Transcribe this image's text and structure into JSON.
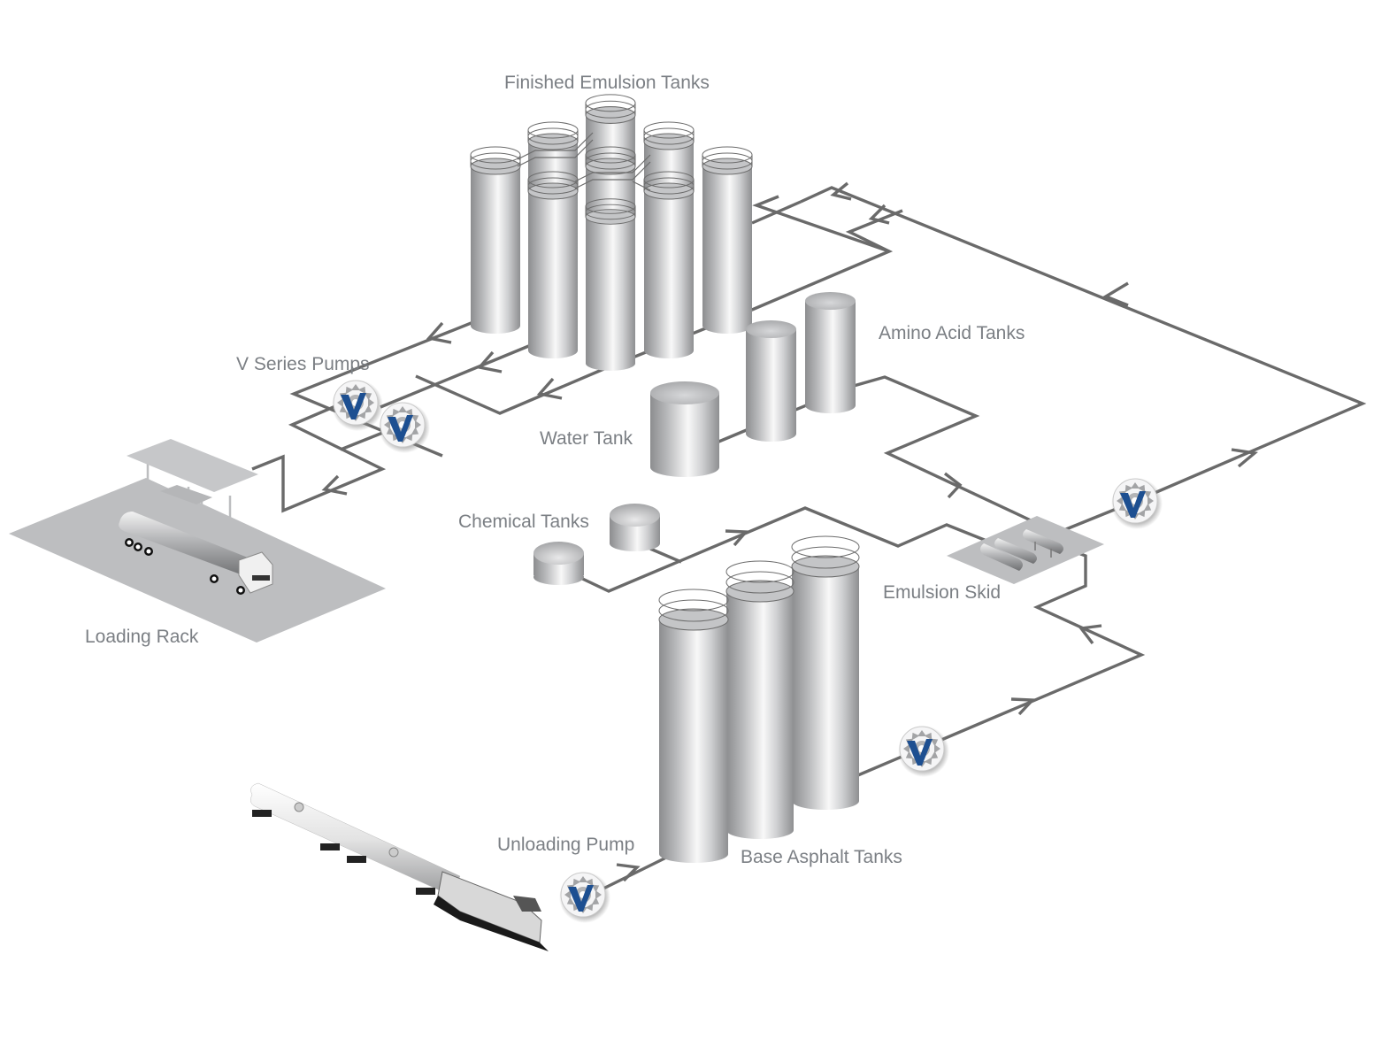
{
  "title": "Asphalt Emulsion Plant Process Flow",
  "colors": {
    "background": "#ffffff",
    "label": "#7b7f84",
    "pipe": "#6a6a6a",
    "tank_light": "#f7f7f7",
    "tank_mid": "#bfc0c2",
    "tank_dark": "#8a8b8d",
    "slab": "#bdbec0",
    "pump_brand": "#1d4f91"
  },
  "labels": {
    "finished_emulsion_tanks": "Finished Emulsion Tanks",
    "amino_acid_tanks": "Amino Acid Tanks",
    "v_series_pumps": "V Series Pumps",
    "water_tank": "Water Tank",
    "chemical_tanks": "Chemical Tanks",
    "emulsion_skid": "Emulsion Skid",
    "loading_rack": "Loading Rack",
    "unloading_pump": "Unloading Pump",
    "base_asphalt_tanks": "Base Asphalt Tanks"
  },
  "pump_icon": {
    "semantic": "v-series-pump-icon",
    "letter": "V",
    "count": 5
  },
  "tanks": {
    "finished_emulsion_count": 9,
    "amino_acid_count": 2,
    "water_count": 1,
    "chemical_count": 2,
    "base_asphalt_count": 3
  },
  "flow_arrows": {
    "direction_note": "Arrows indicate flow direction along piping"
  }
}
